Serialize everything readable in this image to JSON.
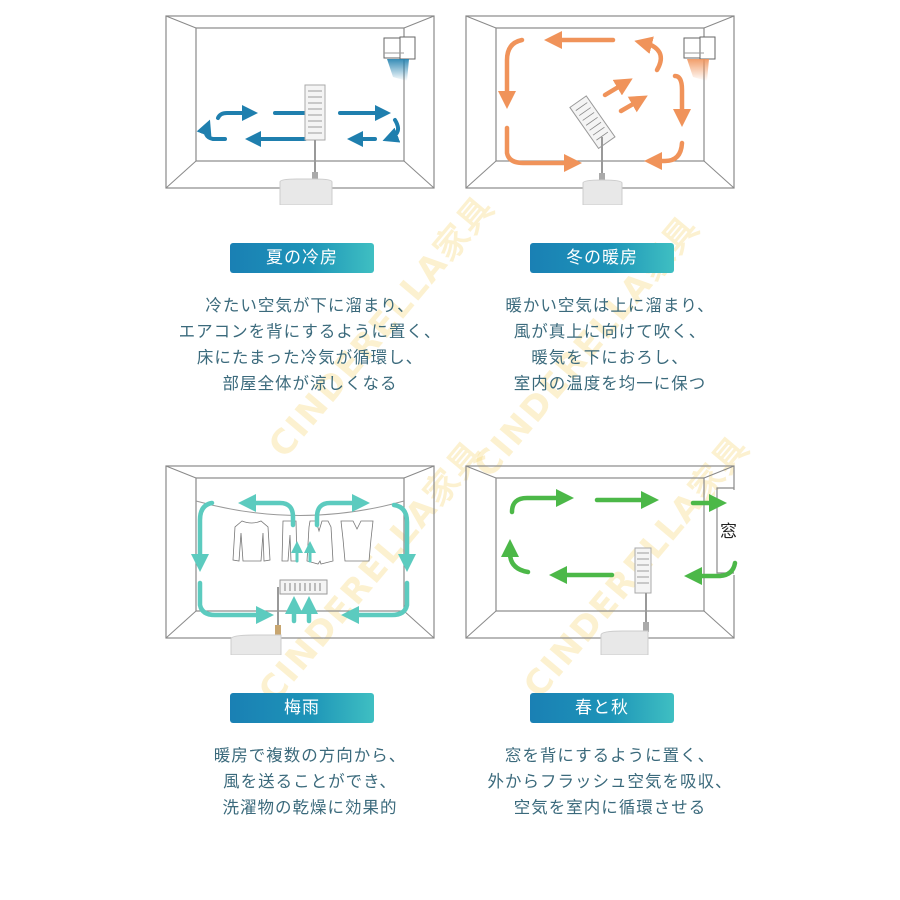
{
  "watermark": {
    "text": "CINDERELLA家具",
    "color": "#f5d778"
  },
  "colors": {
    "badge_gradient_start": "#1a80b4",
    "badge_gradient_end": "#3fbfc2",
    "desc_text": "#3b6a7c",
    "arrow_summer": "#1f7fae",
    "arrow_winter": "#f0935a",
    "arrow_rainy": "#5ccbbf",
    "arrow_spring_autumn": "#4cb848"
  },
  "panels": [
    {
      "id": "summer",
      "title": "夏の冷房",
      "lines": [
        "冷たい空気が下に溜まり、",
        "エアコンを背にするように置く、",
        "床にたまった冷気が循環し、",
        "部屋全体が涼しくなる"
      ],
      "icon": "room-cooling-airflow-diagram"
    },
    {
      "id": "winter",
      "title": "冬の暖房",
      "lines": [
        "暖かい空気は上に溜まり、",
        "風が真上に向けて吹く、",
        "暖気を下におろし、",
        "室内の温度を均一に保つ"
      ],
      "icon": "room-heating-airflow-diagram"
    },
    {
      "id": "rainy",
      "title": "梅雨",
      "lines": [
        "暖房で複数の方向から、",
        "風を送ることができ、",
        "洗濯物の乾燥に効果的"
      ],
      "icon": "room-laundry-drying-diagram"
    },
    {
      "id": "spring_autumn",
      "title": "春と秋",
      "lines": [
        "窓を背にするように置く、",
        "外からフラッシュ空気を吸収、",
        "空気を室内に循環させる"
      ],
      "icon": "room-fresh-air-diagram",
      "window_label": "窓"
    }
  ]
}
